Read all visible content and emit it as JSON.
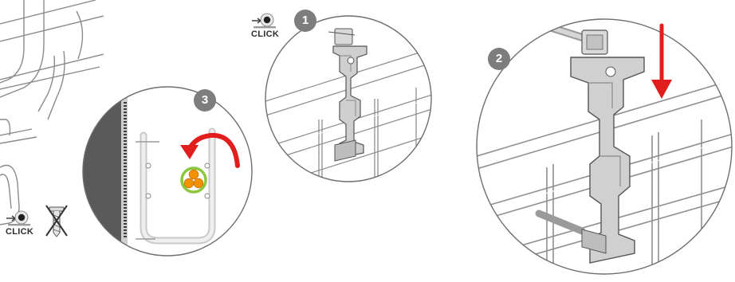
{
  "steps": [
    {
      "number": "1"
    },
    {
      "number": "2"
    },
    {
      "number": "3"
    }
  ],
  "click_label": "CLICK",
  "icons": {
    "click": "click-icon",
    "no_screw": "no-screw-icon",
    "arrow": "red-arrow-icon",
    "cable_bundle": "cable-bundle-icon"
  },
  "colors": {
    "badge": "#7d7d7d",
    "arrow": "#e21d1d",
    "cable_orange": "#f39200",
    "cable_ring": "#8cc63f",
    "outline": "#6e6e6e"
  }
}
